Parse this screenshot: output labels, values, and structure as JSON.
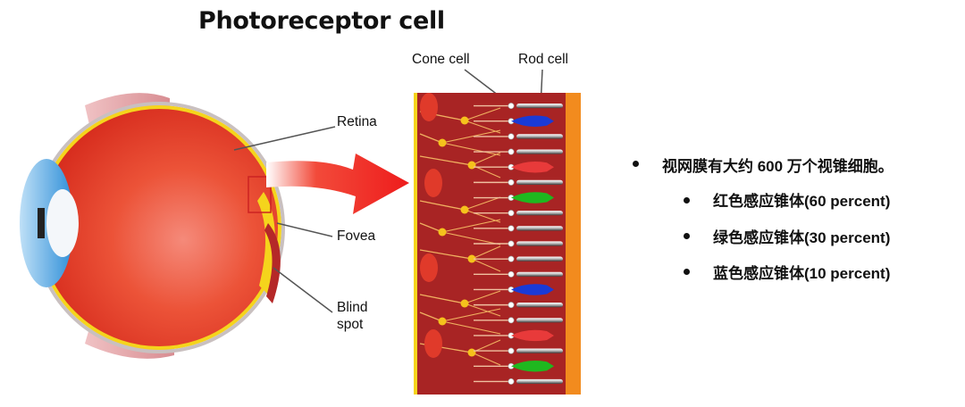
{
  "title": "Photoreceptor cell",
  "labels": {
    "cone_cell": "Cone cell",
    "rod_cell": "Rod cell",
    "retina": "Retina",
    "fovea": "Fovea",
    "blind_spot_line1": "Blind",
    "blind_spot_line2": "spot"
  },
  "bullets": {
    "main": "视网膜有大约 600 万个视锥细胞。",
    "sub": [
      "红色感应锥体(60 percent)",
      "绿色感应锥体(30 percent)",
      "蓝色感应锥体(10 percent)"
    ]
  },
  "colors": {
    "eye_red": "#e0331f",
    "retina_yellow": "#f5d41c",
    "cornea_blue": "#2f8fd8",
    "arrow_red": "#ee1c1c",
    "tissue_red": "#a52424",
    "cone_blue": "#1a3ad6",
    "cone_green": "#1fb81f",
    "cone_red": "#e83a3a"
  },
  "cone_sequence": [
    "rod",
    "blue",
    "rod",
    "rod",
    "red",
    "rod",
    "green",
    "rod",
    "rod",
    "rod",
    "rod",
    "rod",
    "blue",
    "rod",
    "rod",
    "red",
    "rod",
    "green",
    "rod"
  ]
}
